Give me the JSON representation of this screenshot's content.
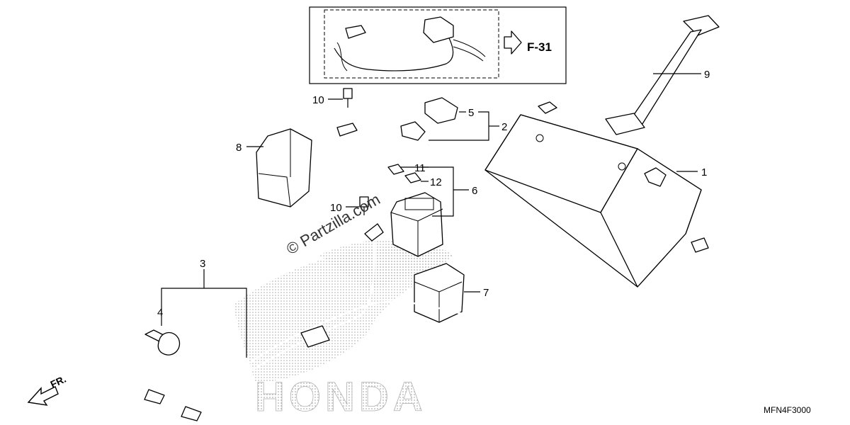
{
  "diagram": {
    "ref_code": "F-31",
    "drawing_code": "MFN4F3000",
    "watermark": "© Partzilla.com",
    "direction": "FR.",
    "brand": "HONDA",
    "callouts": [
      "1",
      "2",
      "3",
      "4",
      "5",
      "6",
      "7",
      "8",
      "9",
      "10",
      "10",
      "11",
      "12"
    ]
  }
}
